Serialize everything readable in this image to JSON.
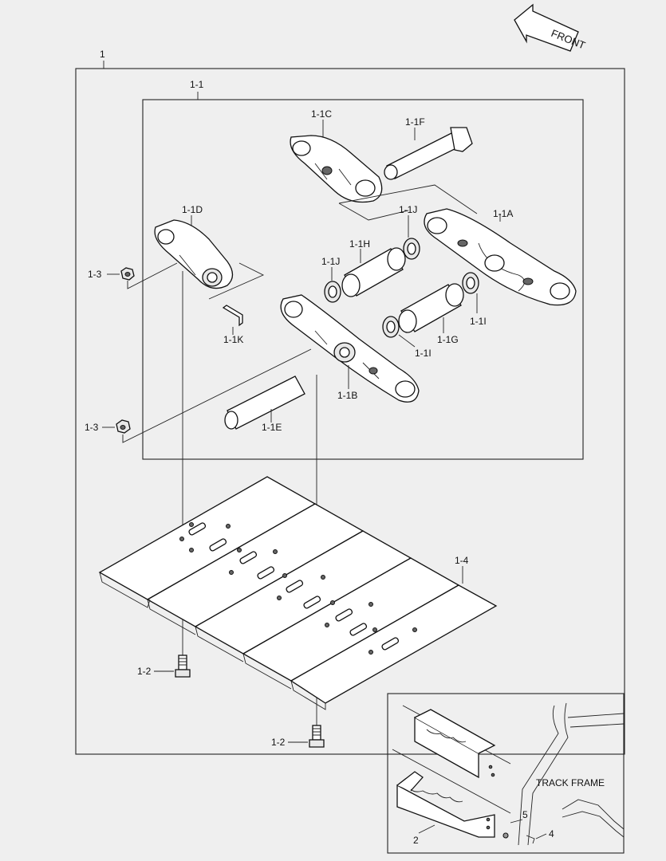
{
  "front_label": "FRONT",
  "inset_label": "TRACK FRAME",
  "labels": {
    "l1": "1",
    "l1_1": "1-1",
    "l1_1A": "1-1A",
    "l1_1B": "1-1B",
    "l1_1C": "1-1C",
    "l1_1D": "1-1D",
    "l1_1E": "1-1E",
    "l1_1F": "1-1F",
    "l1_1G": "1-1G",
    "l1_1H": "1-1H",
    "l1_1I_a": "1-1I",
    "l1_1I_b": "1-1I",
    "l1_1J_a": "1-1J",
    "l1_1J_b": "1-1J",
    "l1_1K": "1-1K",
    "l1_2_a": "1-2",
    "l1_2_b": "1-2",
    "l1_3_a": "1-3",
    "l1_3_b": "1-3",
    "l1_4": "1-4",
    "l2": "2",
    "l4": "4",
    "l5": "5"
  }
}
